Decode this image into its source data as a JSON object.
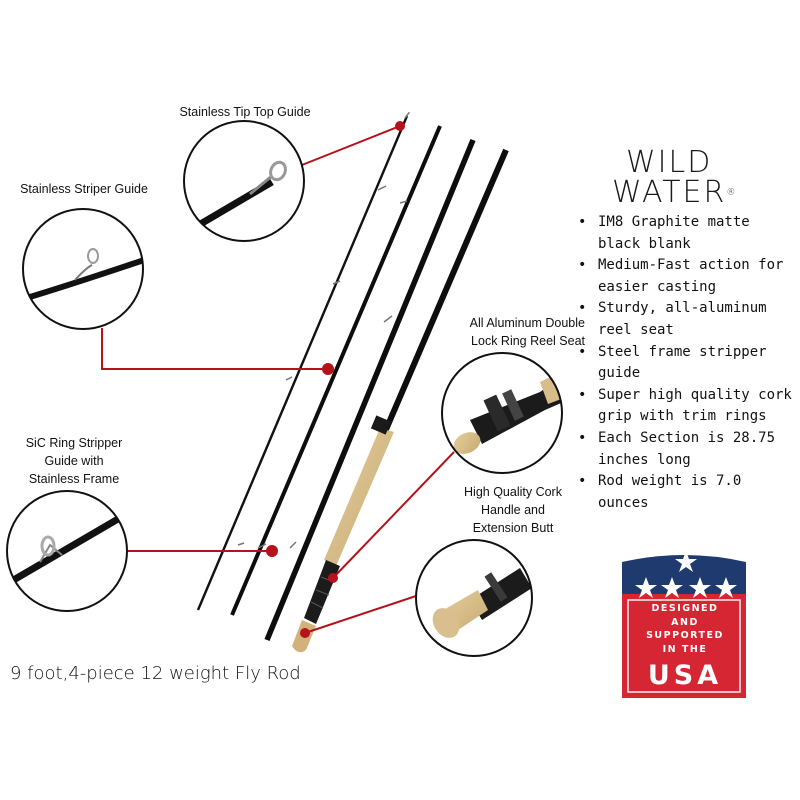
{
  "callouts": {
    "tip_top": "Stainless Tip Top Guide",
    "striper": "Stainless Striper Guide",
    "reel_seat_line1": "All Aluminum Double",
    "reel_seat_line2": "Lock Ring Reel Seat",
    "sic_line1": "SiC Ring Stripper",
    "sic_line2": "Guide with",
    "sic_line3": "Stainless Frame",
    "cork_line1": "High Quality Cork",
    "cork_line2": "Handle and",
    "cork_line3": "Extension Butt"
  },
  "brand": {
    "line1": "WILD",
    "line2": "WATER",
    "mark": "®"
  },
  "features": [
    "IM8 Graphite matte black blank",
    "Medium-Fast action for easier casting",
    "Sturdy, all-aluminum reel seat",
    "Steel frame stripper guide",
    "Super high quality cork grip with trim rings",
    "Each Section is 28.75 inches long",
    "Rod weight is 7.0 ounces"
  ],
  "caption": "9 foot,4-piece 12 weight Fly Rod",
  "badge": {
    "line1": "DESIGNED",
    "line2": "AND",
    "line3": "SUPPORTED",
    "line4": "IN THE",
    "country": "USA"
  },
  "colors": {
    "callout_line": "#b5121b",
    "badge_blue": "#1f3a6e",
    "badge_red": "#d62633",
    "rod": "#0d0d0d",
    "cork": "#d9bf8e"
  }
}
